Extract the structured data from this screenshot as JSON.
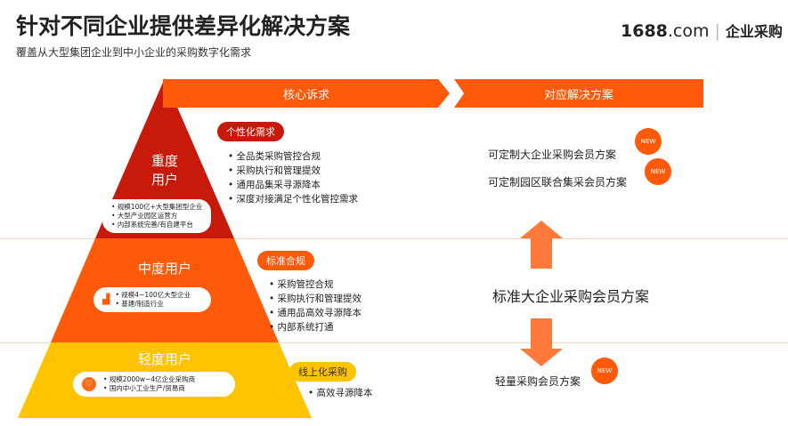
{
  "header": {
    "title": "针对不同企业提供差异化解决方案",
    "subtitle": "覆盖从大型集团企业到中小企业的采购数字化需求",
    "logo_num": "1688",
    "logo_com": ".com",
    "logo_cn": "企业采购"
  },
  "columns": {
    "needs": "核心诉求",
    "solutions": "对应解决方案"
  },
  "levels": [
    {
      "name_l1": "重度",
      "name_l2": "用户",
      "details": [
        "规模100亿+大型集团型企业",
        "大型产业园区运营方",
        "内部系统完善/有自建平台"
      ],
      "tag": "个性化需求",
      "needs": [
        "全品类采购管控合规",
        "采购执行和管理提效",
        "通用品集采寻源降本",
        "深度对接满足个性化管控需求"
      ],
      "solutions": [
        "可定制大企业采购会员方案",
        "可定制园区联合集采会员方案"
      ]
    },
    {
      "name": "中度用户",
      "details": [
        "规模4~100亿大型企业",
        "基建/制造行业"
      ],
      "tag": "标准合规",
      "needs": [
        "采购管控合规",
        "采购执行和管理提效",
        "通用品高效寻源降本",
        "内部系统打通"
      ],
      "solution": "标准大企业采购会员方案"
    },
    {
      "name": "轻度用户",
      "details": [
        "规模2000w~4亿企业采购商",
        "国内中小工业生产/贸易商"
      ],
      "tag": "线上化采购",
      "needs": [
        "高效寻源降本"
      ],
      "solution": "轻量采购会员方案"
    }
  ],
  "badge": "NEW",
  "colors": {
    "red": "#c81a0a",
    "orange": "#ff5a0a",
    "yellow": "#ffc300"
  }
}
